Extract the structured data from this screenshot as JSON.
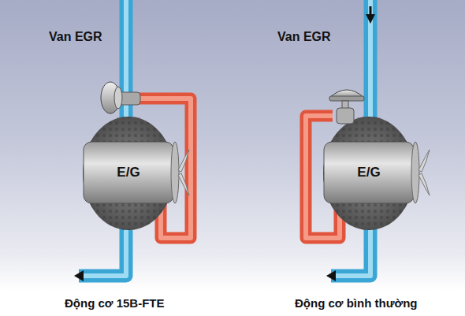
{
  "diagram": {
    "nodes": [
      {
        "text": [
          "Van EGR"
        ]
      },
      {
        "text": [
          "Van EGR"
        ]
      },
      {
        "text": [
          "E/G"
        ]
      },
      {
        "text": [
          "E/G"
        ]
      }
    ],
    "edges": [
      {
        "from": 2,
        "to": 0,
        "arrow": "none"
      },
      {
        "from": 3,
        "to": 1,
        "arrow": "none"
      }
    ],
    "labels": [
      "Động cơ 15B-FTE",
      "Động cơ bình thường"
    ]
  }
}
